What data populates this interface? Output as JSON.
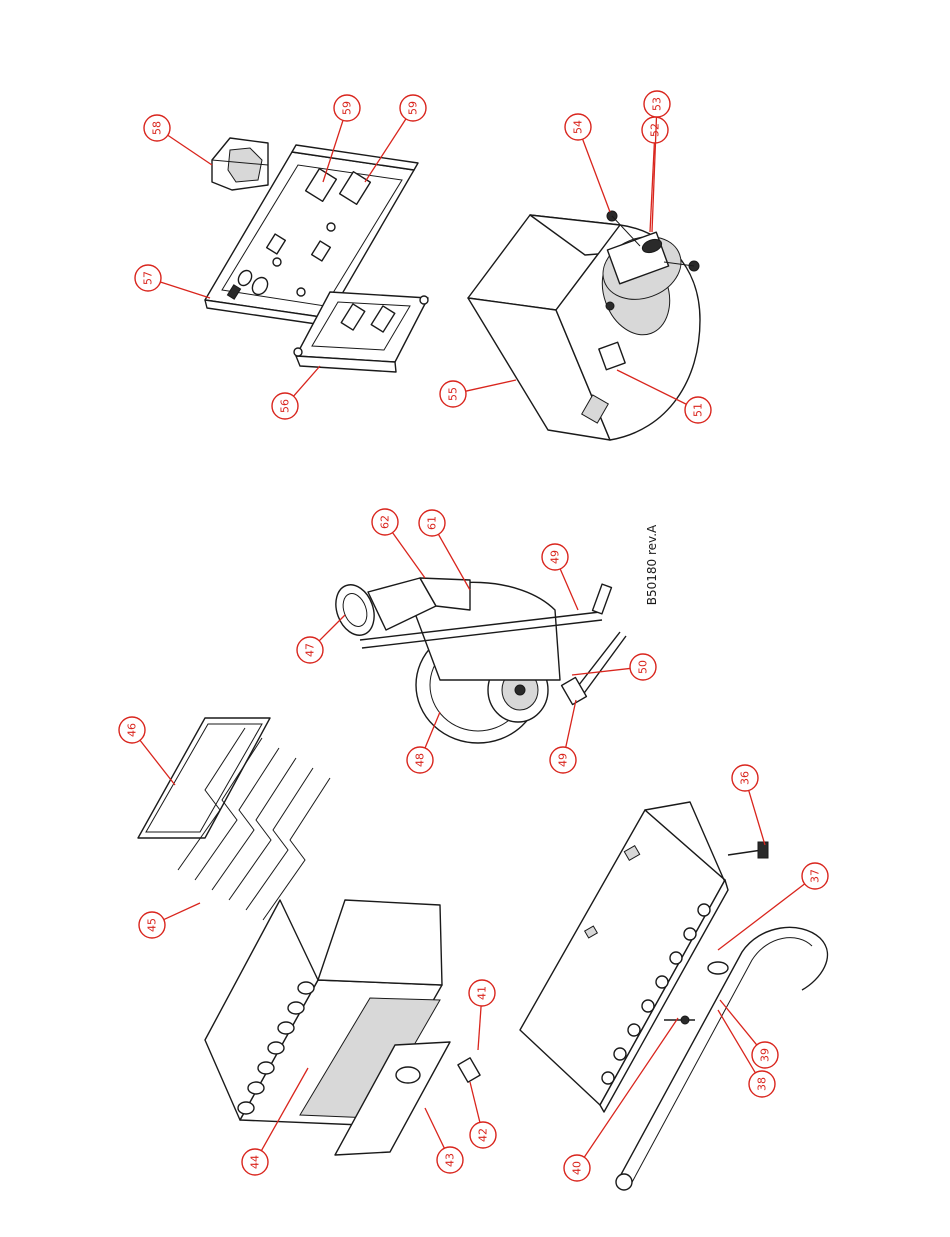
{
  "drawing_ref": "B50180 rev.A",
  "colors": {
    "balloon": "#d9251d",
    "line": "#1a1a1a"
  },
  "balloons": [
    {
      "id": "b36",
      "label": "36"
    },
    {
      "id": "b37",
      "label": "37"
    },
    {
      "id": "b38",
      "label": "38"
    },
    {
      "id": "b39",
      "label": "39"
    },
    {
      "id": "b40",
      "label": "40"
    },
    {
      "id": "b41",
      "label": "41"
    },
    {
      "id": "b42",
      "label": "42"
    },
    {
      "id": "b43",
      "label": "43"
    },
    {
      "id": "b44",
      "label": "44"
    },
    {
      "id": "b45",
      "label": "45"
    },
    {
      "id": "b46",
      "label": "46"
    },
    {
      "id": "b47",
      "label": "47"
    },
    {
      "id": "b48",
      "label": "48"
    },
    {
      "id": "b49a",
      "label": "49"
    },
    {
      "id": "b49b",
      "label": "49"
    },
    {
      "id": "b50",
      "label": "50"
    },
    {
      "id": "b51",
      "label": "51"
    },
    {
      "id": "b52",
      "label": "52"
    },
    {
      "id": "b53",
      "label": "53"
    },
    {
      "id": "b54",
      "label": "54"
    },
    {
      "id": "b55",
      "label": "55"
    },
    {
      "id": "b56",
      "label": "56"
    },
    {
      "id": "b57",
      "label": "57"
    },
    {
      "id": "b58",
      "label": "58"
    },
    {
      "id": "b59a",
      "label": "59"
    },
    {
      "id": "b59b",
      "label": "59"
    },
    {
      "id": "b61",
      "label": "61"
    },
    {
      "id": "b62",
      "label": "62"
    }
  ]
}
